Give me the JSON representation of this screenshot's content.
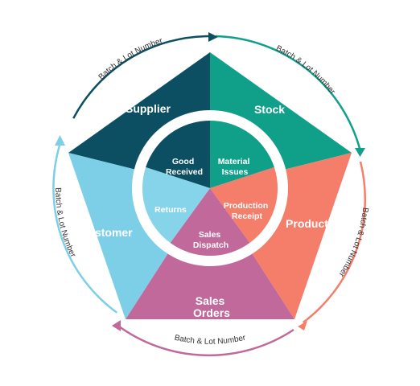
{
  "colors": {
    "supplier": "#0c4f63",
    "stock": "#10a08a",
    "production": "#f57e6b",
    "sales_orders": "#c0699a",
    "customer": "#7dcfe8",
    "supplier_inner": "#0c4f63",
    "stock_inner": "#10a08a",
    "production_inner": "#f57e6b",
    "sales_inner": "#c0699a",
    "customer_inner": "#86d4ea"
  },
  "segments": {
    "supplier": "Supplier",
    "stock": "Stock",
    "production": "Production",
    "sales_orders": [
      "Sales",
      "Orders"
    ],
    "customer": "Customer"
  },
  "inner": {
    "good_received": [
      "Good",
      "Received"
    ],
    "material_issues": [
      "Material",
      "Issues"
    ],
    "production_receipt": [
      "Production",
      "Receipt"
    ],
    "sales_dispatch": [
      "Sales",
      "Dispatch"
    ],
    "returns": "Returns"
  },
  "arcs": {
    "top_left": "Batch & Lot Number",
    "top_right": "Batch & Lot Number",
    "right": "Batch & Lot Number",
    "bottom": "Batch & Lot Number",
    "left": "Batch & Lot Number"
  }
}
